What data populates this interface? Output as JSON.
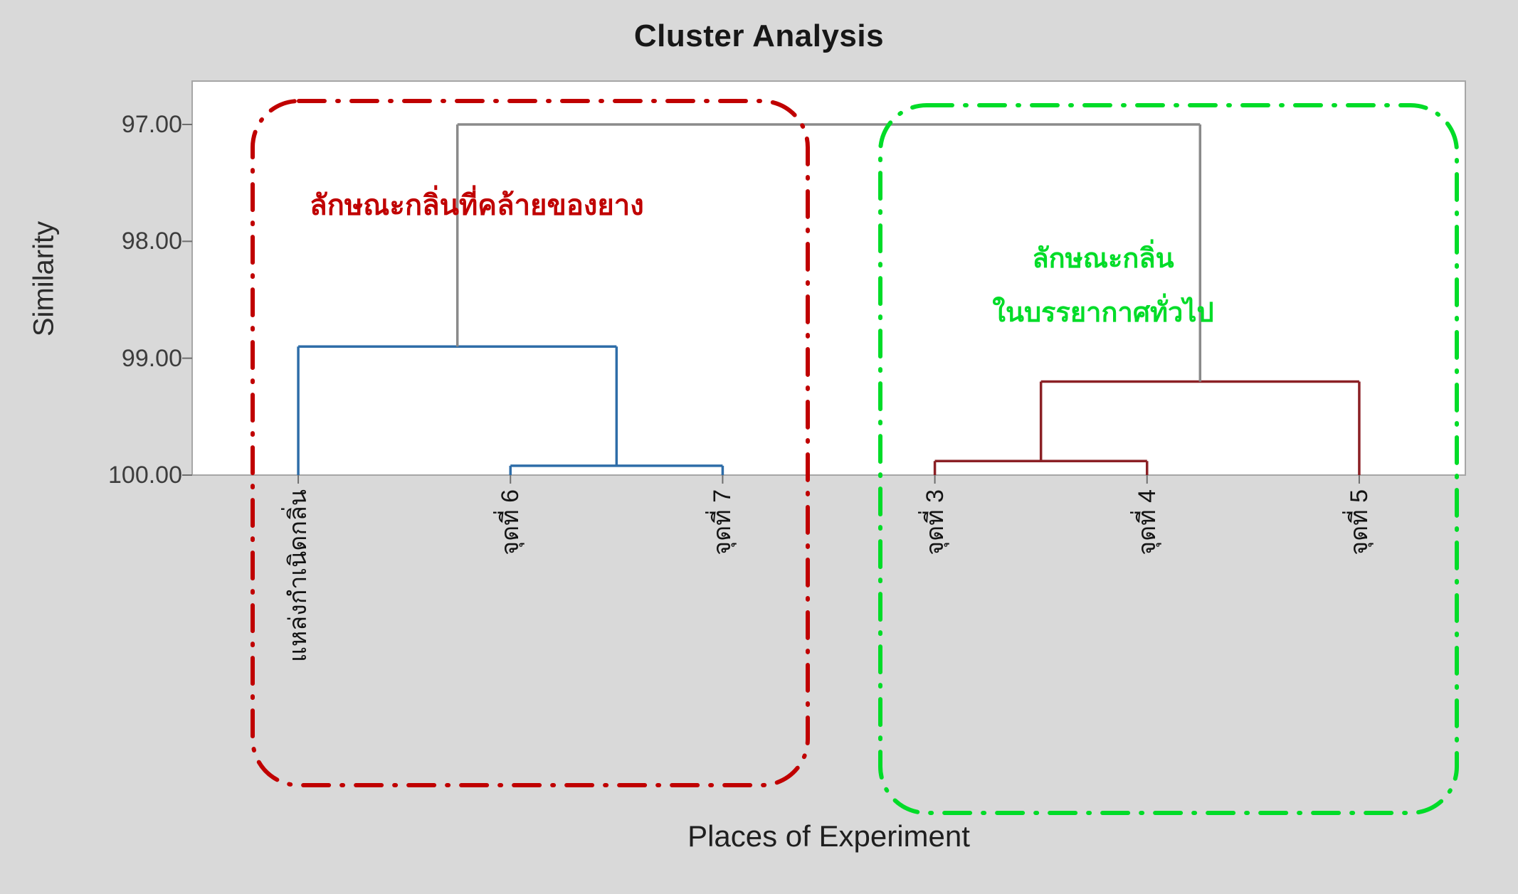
{
  "title": "Cluster Analysis",
  "chart_data": {
    "type": "dendrogram",
    "title": "Cluster Analysis",
    "x_axis": {
      "label": "Places of Experiment"
    },
    "y_axis": {
      "label": "Similarity",
      "ticks": [
        97,
        98,
        99,
        100
      ],
      "tick_labels": [
        "97.00",
        "98.00",
        "99.00",
        "100.00"
      ],
      "inverted": true
    },
    "leaves": [
      "แหล่งกำเนิดกลิ่น",
      "จุดที่ 6",
      "จุดที่ 7",
      "จุดที่ 3",
      "จุดที่ 4",
      "จุดที่ 5"
    ],
    "merges": [
      {
        "id": "m1",
        "a": "L1",
        "b": "L2",
        "similarity": 99.92,
        "color_key": "blue"
      },
      {
        "id": "m2",
        "a": "L0",
        "b": "m1",
        "similarity": 98.9,
        "color_key": "blue"
      },
      {
        "id": "m3",
        "a": "L3",
        "b": "L4",
        "similarity": 99.88,
        "color_key": "darkred"
      },
      {
        "id": "m4",
        "a": "m3",
        "b": "L5",
        "similarity": 99.2,
        "color_key": "darkred"
      },
      {
        "id": "m5",
        "a": "m2",
        "b": "m4",
        "similarity": 97.0,
        "color_key": "gray"
      }
    ],
    "colors": {
      "blue": "#2E6DA8",
      "darkred": "#8B2025",
      "gray": "#8A8A8A"
    }
  },
  "annotations": {
    "rubber": {
      "label": "ลักษณะกลิ่นที่คล้ายของยาง",
      "color": "#C00000"
    },
    "ambient": {
      "line1": "ลักษณะกลิ่น",
      "line2": "ในบรรยากาศทั่วไป",
      "color": "#00DC28"
    }
  }
}
